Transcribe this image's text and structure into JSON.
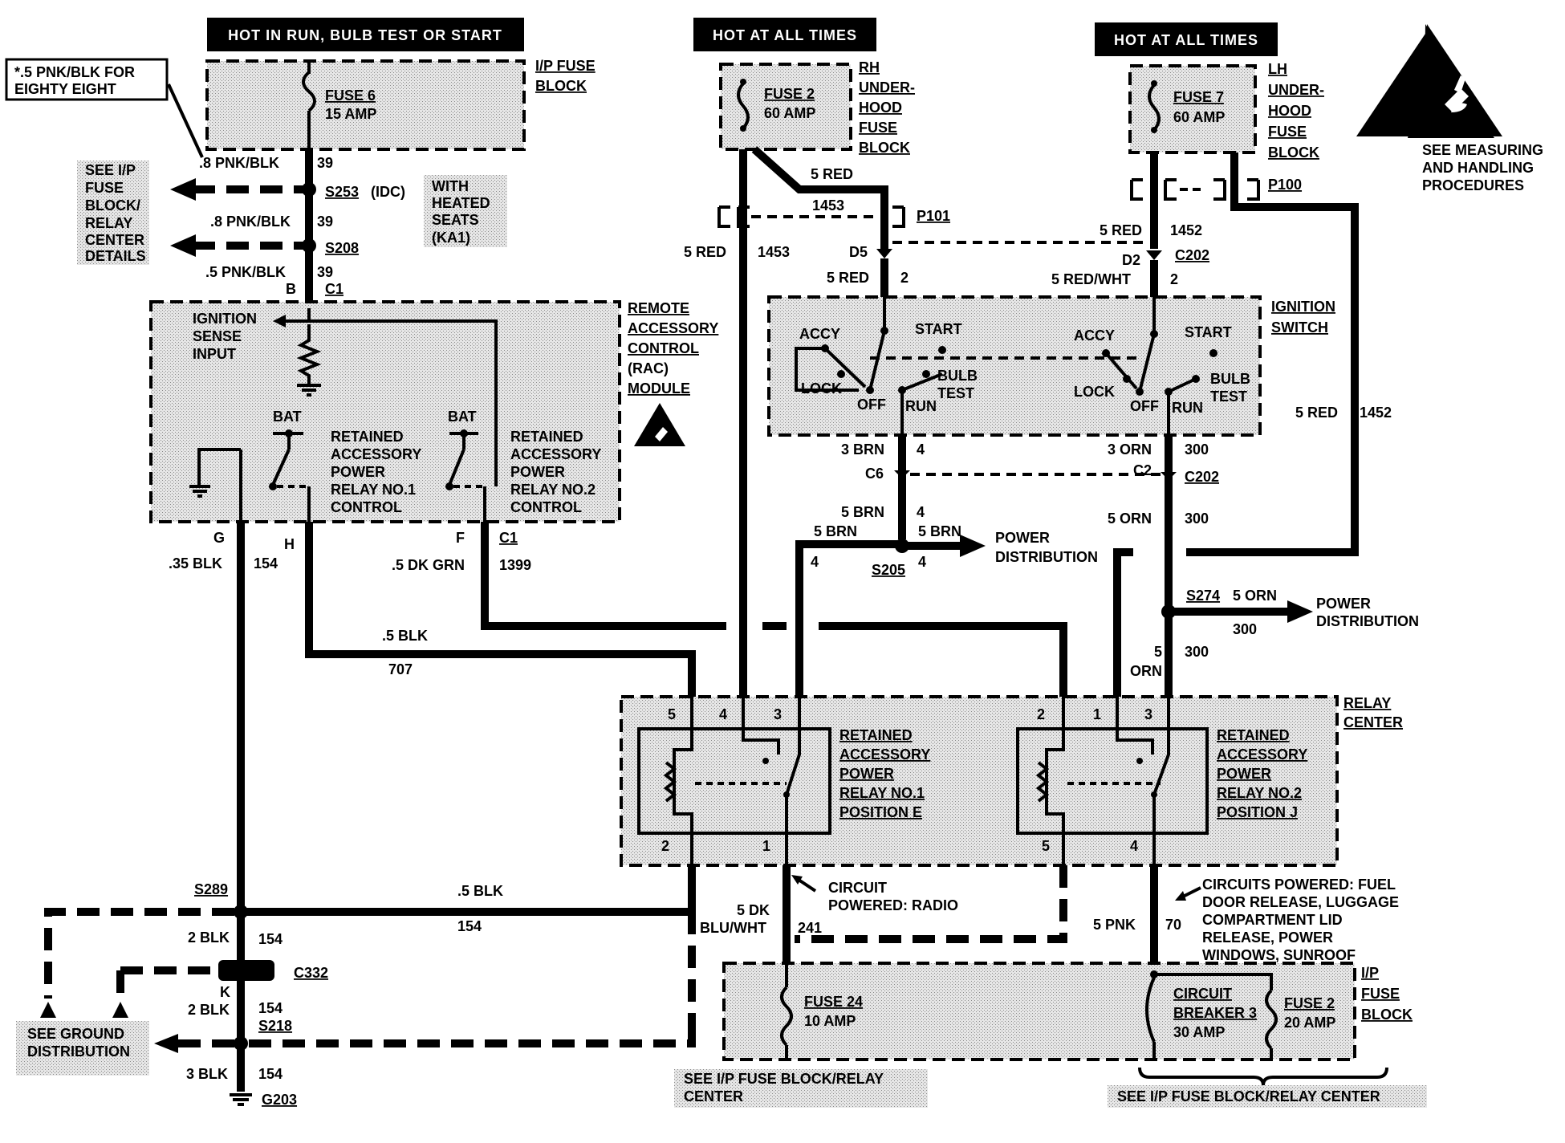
{
  "headers": {
    "hot_run": "HOT IN RUN, BULB TEST OR START",
    "hot_all_1": "HOT AT ALL TIMES",
    "hot_all_2": "HOT AT ALL TIMES"
  },
  "note": {
    "line1": "*.5 PNK/BLK FOR",
    "line2": "EIGHTY EIGHT"
  },
  "ip_fuse_block": {
    "label1": "I/P FUSE",
    "label2": "BLOCK",
    "fuse_name": "FUSE 6",
    "fuse_amp": "15 AMP"
  },
  "rh_fuse_block": {
    "l1": "RH",
    "l2": "UNDER-",
    "l3": "HOOD",
    "l4": "FUSE",
    "l5": "BLOCK",
    "fuse_name": "FUSE 2",
    "fuse_amp": "60 AMP"
  },
  "lh_fuse_block": {
    "l1": "LH",
    "l2": "UNDER-",
    "l3": "HOOD",
    "l4": "FUSE",
    "l5": "BLOCK",
    "fuse_name": "FUSE 7",
    "fuse_amp": "60 AMP"
  },
  "measuring": {
    "l1": "SEE MEASURING",
    "l2": "AND HANDLING",
    "l3": "PROCEDURES"
  },
  "see_ip": {
    "l1": "SEE I/P",
    "l2": "FUSE",
    "l3": "BLOCK/",
    "l4": "RELAY",
    "l5": "CENTER",
    "l6": "DETAILS"
  },
  "heated": {
    "l1": "WITH",
    "l2": "HEATED",
    "l3": "SEATS",
    "l4": "(KA1)"
  },
  "wires": {
    "w8pnk_a": ".8 PNK/BLK",
    "c39_a": "39",
    "s253": "S253",
    "idc": "(IDC)",
    "w8pnk_b": ".8 PNK/BLK",
    "c39_b": "39",
    "s208": "S208",
    "w5pnk": ".5 PNK/BLK",
    "c39_c": "39",
    "b": "B",
    "c1a": "C1",
    "red_a": "5 RED",
    "c1453_a": "1453",
    "red_b": "5 RED",
    "c1453_b": "1453",
    "p101": "P101",
    "d5": "D5",
    "red_c": "5 RED",
    "c2_a": "2",
    "red_d": "5 RED",
    "c1452_a": "1452",
    "d2": "D2",
    "c202_a": "C202",
    "redwht": "5 RED/WHT",
    "c2_b": "2",
    "p100": "P100",
    "red_e": "5 RED",
    "c1452_b": "1452",
    "brn3": "3 BRN",
    "c4_a": "4",
    "c6": "C6",
    "brn5": "5 BRN",
    "c4_b": "4",
    "orn3": "3 ORN",
    "c300_a": "300",
    "c2_c": "C2",
    "c202_b": "C202",
    "orn5": "5 ORN",
    "c300_b": "300",
    "brn5_b": "5 BRN",
    "c4_c": "4",
    "brn5_c": "5 BRN",
    "s205": "S205",
    "c4_d": "4",
    "g": "G",
    "h": "H",
    "f": "F",
    "c1b": "C1",
    "blk35": ".35 BLK",
    "c154_a": "154",
    "dkgrn": ".5 DK GRN",
    "c1399": "1399",
    "blk5": ".5 BLK",
    "c707": "707",
    "s274": "S274",
    "orn5_b": "5 ORN",
    "c300_c": "300",
    "c5": "5",
    "orn": "ORN",
    "c300_d": "300",
    "s289": "S289",
    "blk5_b": ".5 BLK",
    "c154_b": "154",
    "blk2": "2 BLK",
    "c154_c": "154",
    "c332": "C332",
    "k": "K",
    "blk2_b": "2 BLK",
    "c154_d": "154",
    "s218": "S218",
    "blk3": "3 BLK",
    "c154_e": "154",
    "g203": "G203",
    "dkblu": "5 DK",
    "bluwht": "BLU/WHT",
    "c241": "241",
    "pnk5": "5 PNK",
    "c70": "70"
  },
  "power_dist_1": {
    "l1": "POWER",
    "l2": "DISTRIBUTION"
  },
  "power_dist_2": {
    "l1": "POWER",
    "l2": "DISTRIBUTION"
  },
  "rac": {
    "l1": "REMOTE",
    "l2": "ACCESSORY",
    "l3": "CONTROL",
    "l4": "(RAC)",
    "l5": "MODULE",
    "ign1": "IGNITION",
    "ign2": "SENSE",
    "ign3": "INPUT",
    "bat1": "BAT",
    "bat2": "BAT",
    "r1_1": "RETAINED",
    "r1_2": "ACCESSORY",
    "r1_3": "POWER",
    "r1_4": "RELAY NO.1",
    "r1_5": "CONTROL",
    "r2_1": "RETAINED",
    "r2_2": "ACCESSORY",
    "r2_3": "POWER",
    "r2_4": "RELAY NO.2",
    "r2_5": "CONTROL"
  },
  "ignition": {
    "l1": "IGNITION",
    "l2": "SWITCH",
    "accy1": "ACCY",
    "start1": "START",
    "lock1": "LOCK",
    "off1": "OFF",
    "run1": "RUN",
    "bulb1": "BULB",
    "test1": "TEST",
    "accy2": "ACCY",
    "start2": "START",
    "lock2": "LOCK",
    "off2": "OFF",
    "run2": "RUN",
    "bulb2": "BULB",
    "test2": "TEST"
  },
  "relay_center": {
    "l1": "RELAY",
    "l2": "CENTER",
    "r1_1": "RETAINED",
    "r1_2": "ACCESSORY",
    "r1_3": "POWER",
    "r1_4": "RELAY NO.1",
    "r1_5": "POSITION E",
    "r2_1": "RETAINED",
    "r2_2": "ACCESSORY",
    "r2_3": "POWER",
    "r2_4": "RELAY NO.2",
    "r2_5": "POSITION J",
    "p5": "5",
    "p4": "4",
    "p3": "3",
    "p2": "2",
    "p1": "1",
    "q2": "2",
    "q1": "1",
    "q3": "3",
    "q5": "5",
    "q4": "4"
  },
  "circuit_radio": {
    "l1": "CIRCUIT",
    "l2": "POWERED: RADIO"
  },
  "circuits_powered": {
    "l1": "CIRCUITS POWERED: FUEL",
    "l2": "DOOR RELEASE, LUGGAGE",
    "l3": "COMPARTMENT LID",
    "l4": "RELEASE, POWER",
    "l5": "WINDOWS, SUNROOF"
  },
  "ip_fuse_block_2": {
    "l1": "I/P",
    "l2": "FUSE",
    "l3": "BLOCK",
    "fuse24": "FUSE 24",
    "amp10": "10 AMP",
    "cb1": "CIRCUIT",
    "cb2": "BREAKER 3",
    "cb3": "30 AMP",
    "fuse2": "FUSE 2",
    "amp20": "20 AMP"
  },
  "see_ground": {
    "l1": "SEE GROUND",
    "l2": "DISTRIBUTION"
  },
  "see_ip_relay_1": {
    "l1": "SEE I/P FUSE BLOCK/RELAY",
    "l2": "CENTER"
  },
  "see_ip_relay_2": "SEE I/P FUSE BLOCK/RELAY CENTER"
}
